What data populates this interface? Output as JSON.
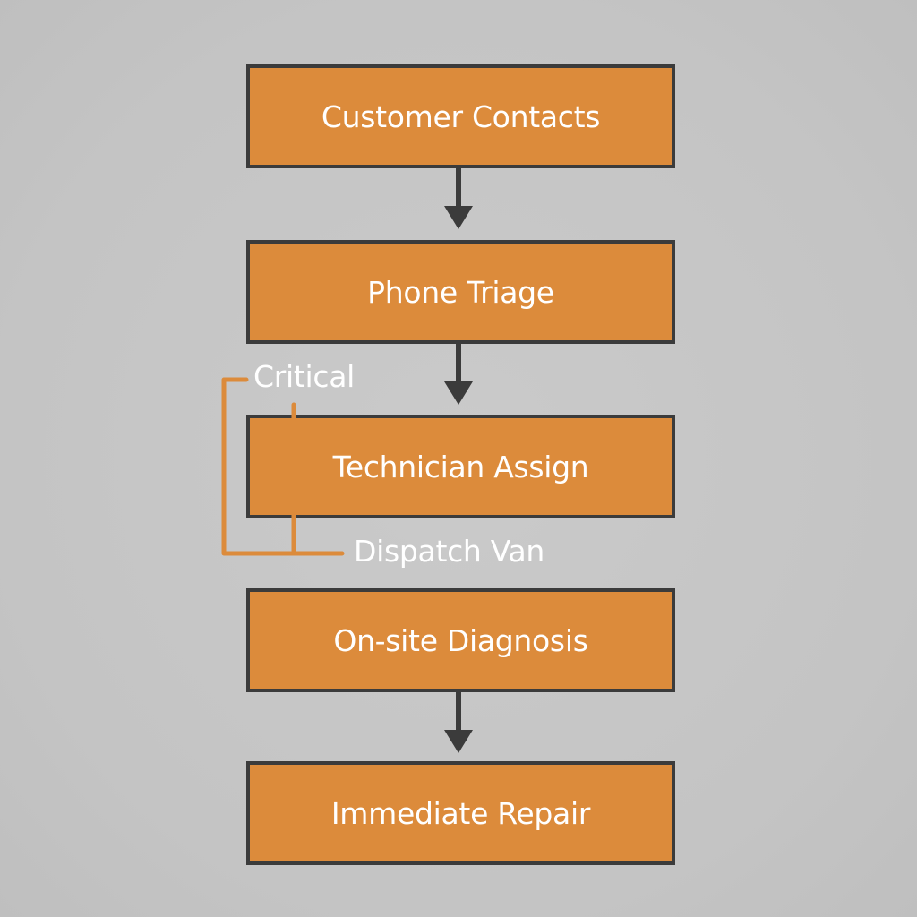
{
  "nodes": [
    {
      "id": "n1",
      "label": "Customer Contacts"
    },
    {
      "id": "n2",
      "label": "Phone Triage"
    },
    {
      "id": "n3",
      "label": "Technician Assign"
    },
    {
      "id": "n4",
      "label": "On-site Diagnosis"
    },
    {
      "id": "n5",
      "label": "Immediate Repair"
    }
  ],
  "edges": [
    {
      "from": "Customer Contacts",
      "to": "Phone Triage"
    },
    {
      "from": "Phone Triage",
      "to": "Technician Assign"
    },
    {
      "from": "On-site Diagnosis",
      "to": "Immediate Repair"
    }
  ],
  "branch": {
    "condition_label": "Critical",
    "action_label": "Dispatch Van"
  },
  "colors": {
    "background": "#c6c6c6",
    "node_fill": "#dc8b3b",
    "node_border": "#3b3b3b",
    "arrow": "#3b3b3b",
    "branch_line": "#dc8b3b",
    "text": "#ffffff"
  }
}
